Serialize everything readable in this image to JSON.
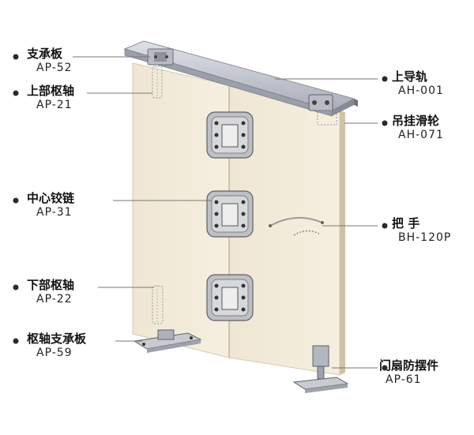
{
  "callouts": [
    {
      "id": "support-plate",
      "name": "支承板",
      "code": "AP-52"
    },
    {
      "id": "upper-pivot",
      "name": "上部枢轴",
      "code": "AP-21"
    },
    {
      "id": "center-hinge",
      "name": "中心铰链",
      "code": "AP-31"
    },
    {
      "id": "lower-pivot",
      "name": "下部枢轴",
      "code": "AP-22"
    },
    {
      "id": "pivot-support-plate",
      "name": "枢轴支承板",
      "code": "AP-59"
    },
    {
      "id": "upper-guide-rail",
      "name": "上导轨",
      "code": "AH-001"
    },
    {
      "id": "hanging-pulley",
      "name": "吊挂滑轮",
      "code": "AH-071"
    },
    {
      "id": "handle",
      "name": "把 手",
      "code": "BH-120P"
    },
    {
      "id": "anti-swing-part",
      "name": "门扇防摆件",
      "code": "AP-61"
    }
  ],
  "colors": {
    "door": "#f1ead8",
    "door_edge": "#d8ccb0",
    "rail": "#c9ccd6",
    "metal": "#c8c8c8",
    "leader": "#777777",
    "dot": "#2a2a2a"
  }
}
